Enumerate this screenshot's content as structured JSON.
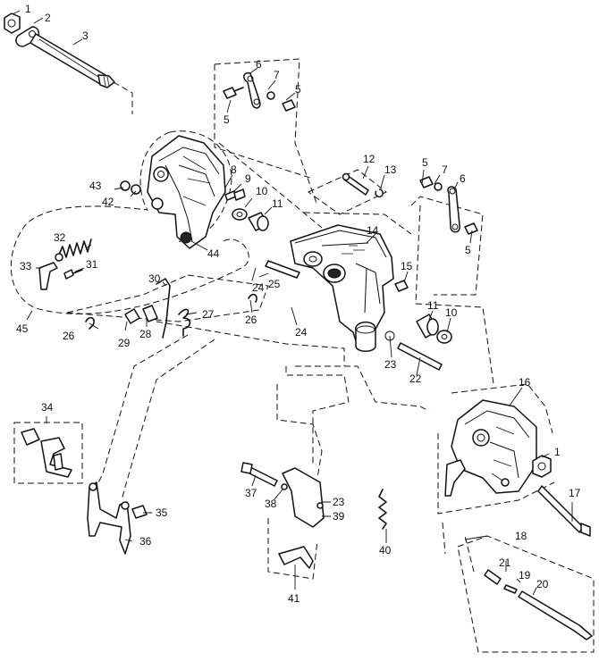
{
  "labels": {
    "n1": "1",
    "n2": "2",
    "n3": "3",
    "n5": "5",
    "n6": "6",
    "n7": "7",
    "n8": "8",
    "n9": "9",
    "n10": "10",
    "n11": "11",
    "n12": "12",
    "n13": "13",
    "n14": "14",
    "n15": "15",
    "n16": "16",
    "n17": "17",
    "n18": "18",
    "n19": "19",
    "n20": "20",
    "n21": "21",
    "n22": "22",
    "n23": "23",
    "n24": "24",
    "n25": "25",
    "n26": "26",
    "n27": "27",
    "n28": "28",
    "n29": "29",
    "n30": "30",
    "n31": "31",
    "n32": "32",
    "n33": "33",
    "n34": "34",
    "n35": "35",
    "n36": "36",
    "n37": "37",
    "n38": "38",
    "n39": "39",
    "n40": "40",
    "n41": "41",
    "n42": "42",
    "n43": "43",
    "n44": "44",
    "n45": "45"
  }
}
